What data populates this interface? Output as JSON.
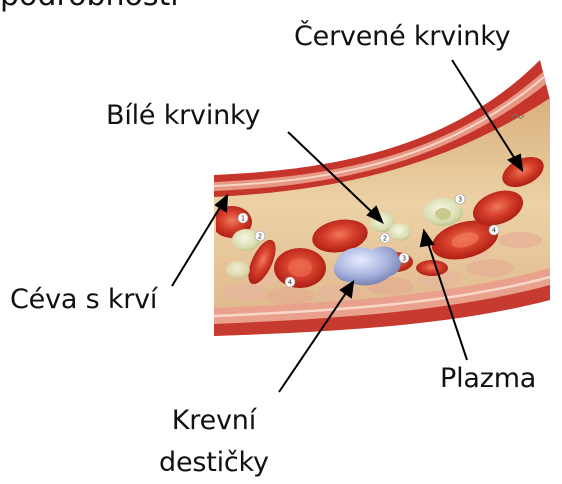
{
  "labels": {
    "top_fragment": "podrobnosti",
    "red_cells": "Červené krvinky",
    "white_cells": "Bílé krvinky",
    "vessel": "Céva s krví",
    "plasma": "Plazma",
    "platelets_line1": "Krevní",
    "platelets_line2": "destičky"
  },
  "markers": [
    "1",
    "2",
    "2",
    "3",
    "3",
    "4",
    "4"
  ],
  "colors": {
    "wall_outer": "#c8322a",
    "wall_inner": "#e9a08c",
    "wall_band": "#f2c9b8",
    "plasma_bg": "#e8c79a",
    "rbc": "#c9281d",
    "rbc_center": "#e45a3f",
    "wbc": "#e6e8c2",
    "platelet": "#a9b2d8",
    "arrow": "#000000"
  }
}
